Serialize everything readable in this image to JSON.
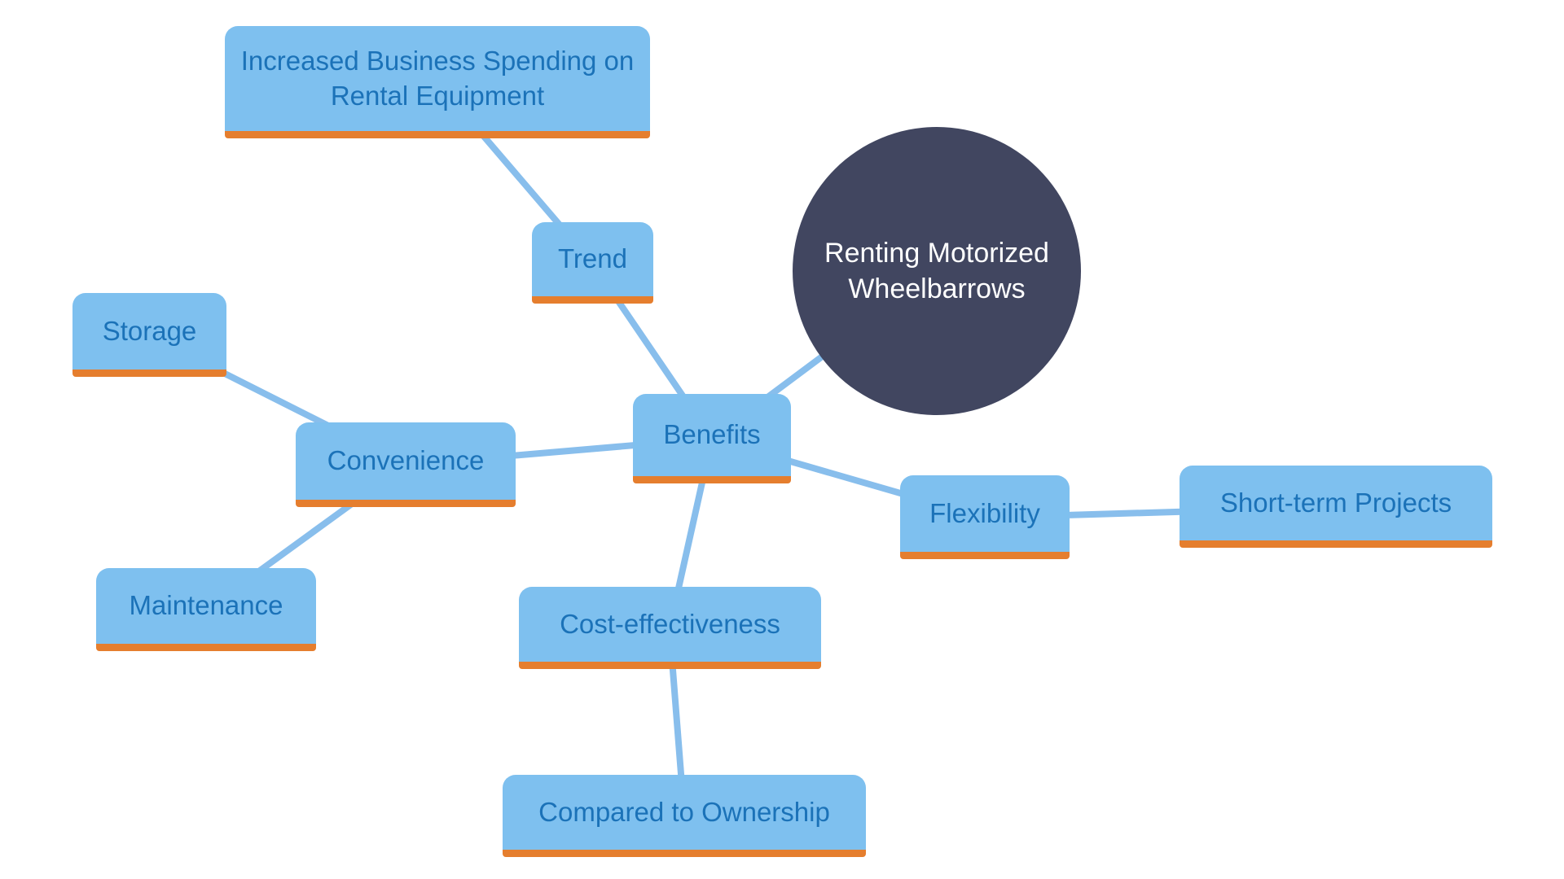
{
  "colors": {
    "background": "#ffffff",
    "node-fill": "#7EC0EF",
    "node-underline": "#E57E2E",
    "node-text": "#1B72B8",
    "connector": "#88BEEC",
    "center-fill": "#414660",
    "center-text": "#FFFFFF"
  },
  "diagram": {
    "center": {
      "id": "center",
      "label": "Renting Motorized Wheelbarrows"
    },
    "nodes": [
      {
        "id": "increased-business-spending",
        "label": "Increased Business Spending on Rental Equipment"
      },
      {
        "id": "trend",
        "label": "Trend"
      },
      {
        "id": "storage",
        "label": "Storage"
      },
      {
        "id": "convenience",
        "label": "Convenience"
      },
      {
        "id": "benefits",
        "label": "Benefits"
      },
      {
        "id": "flexibility",
        "label": "Flexibility"
      },
      {
        "id": "short-term-projects",
        "label": "Short-term Projects"
      },
      {
        "id": "maintenance",
        "label": "Maintenance"
      },
      {
        "id": "cost-effectiveness",
        "label": "Cost-effectiveness"
      },
      {
        "id": "compared-to-ownership",
        "label": "Compared to Ownership"
      }
    ],
    "edges": [
      {
        "from": "increased-business-spending",
        "to": "trend"
      },
      {
        "from": "trend",
        "to": "benefits"
      },
      {
        "from": "center",
        "to": "benefits"
      },
      {
        "from": "benefits",
        "to": "flexibility"
      },
      {
        "from": "flexibility",
        "to": "short-term-projects"
      },
      {
        "from": "benefits",
        "to": "cost-effectiveness"
      },
      {
        "from": "cost-effectiveness",
        "to": "compared-to-ownership"
      },
      {
        "from": "benefits",
        "to": "convenience"
      },
      {
        "from": "convenience",
        "to": "storage"
      },
      {
        "from": "convenience",
        "to": "maintenance"
      }
    ]
  }
}
